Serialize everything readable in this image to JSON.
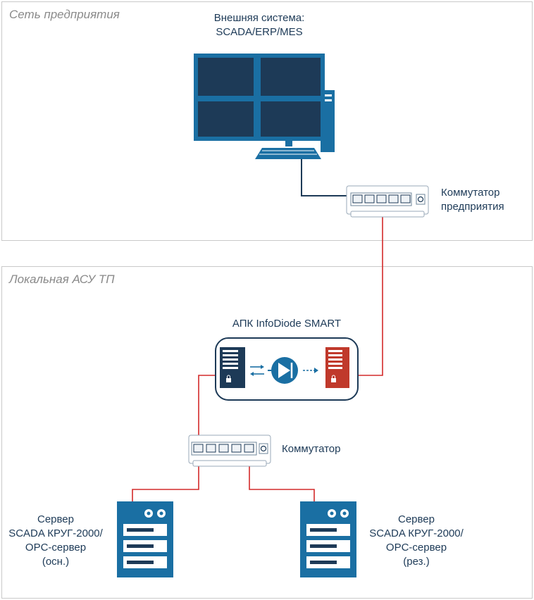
{
  "zones": {
    "enterprise": {
      "title": "Сеть предприятия"
    },
    "local": {
      "title": "Локальная АСУ ТП"
    }
  },
  "nodes": {
    "external_system": {
      "line1": "Внешняя система:",
      "line2": "SCADA/ERP/MES"
    },
    "enterprise_switch": {
      "line1": "Коммутатор",
      "line2": "предприятия"
    },
    "infodiode": {
      "label": "АПК InfoDiode SMART"
    },
    "local_switch": {
      "label": "Коммутатор"
    },
    "server_main": {
      "line1": "Сервер",
      "line2": "SCADA КРУГ-2000/",
      "line3": "OPC-сервер",
      "line4": "(осн.)"
    },
    "server_reserve": {
      "line1": "Сервер",
      "line2": "SCADA КРУГ-2000/",
      "line3": "OPC-сервер",
      "line4": "(рез.)"
    }
  },
  "colors": {
    "device_blue": "#1a6fa3",
    "link_red": "#d42a2a",
    "link_blue": "#1d3a57",
    "secure_red": "#c0392b"
  }
}
